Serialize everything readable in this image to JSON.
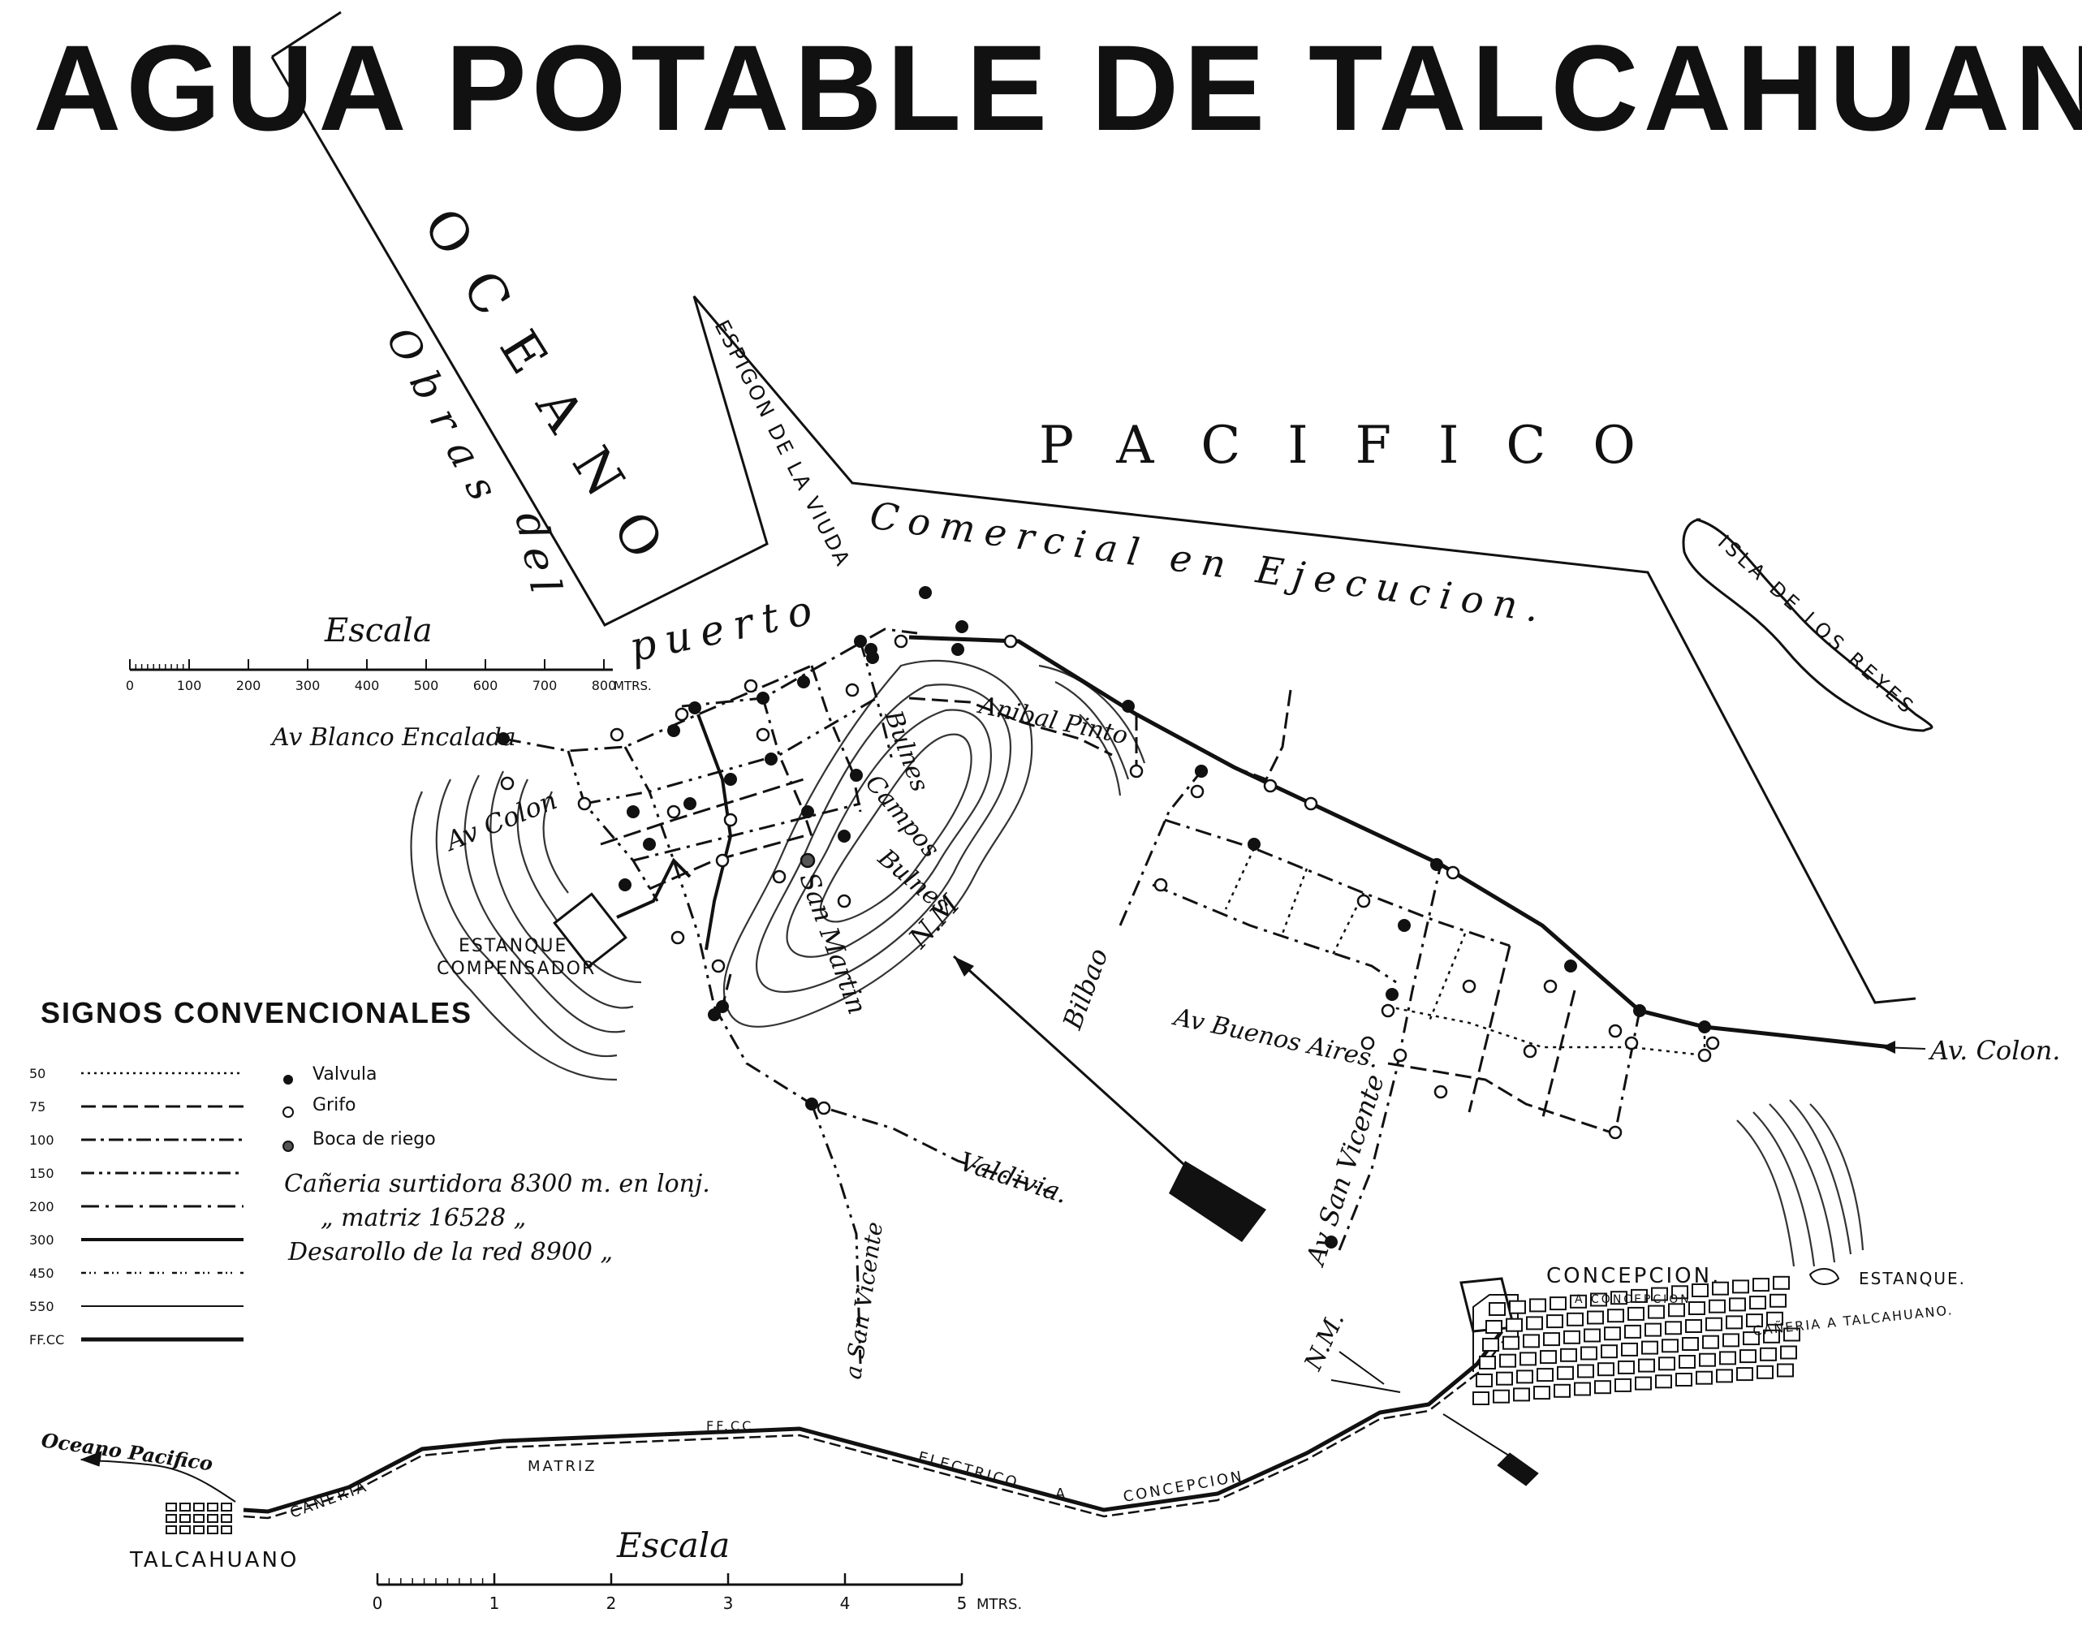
{
  "title": "AGUA POTABLE DE TALCAHUANO",
  "labels": {
    "oceano": "OCEANO",
    "pacifico": "PACIFICO",
    "obras_del_puerto": [
      "Obras",
      "del",
      "puerto"
    ],
    "comercial": "Comercial en Ejecucion.",
    "espigon": "ESPIGON DE LA VIUDA",
    "isla": "ISLA DE LOS REYES",
    "estanque_compensador": [
      "ESTANQUE",
      "COMPENSADOR"
    ],
    "nm_upper": "N.M",
    "nm_lower": "N.M.",
    "concepcion": "CONCEPCION.",
    "estanque": "ESTANQUE.",
    "a_concepcion": "A CONCEPCION",
    "caneria_a_talcahuano": "CAÑERIA A TALCAHUANO.",
    "oceano_pacifico": "Oceano Pacifico",
    "talcahuano": "TALCAHUANO",
    "caneria": "CAÑERIA",
    "matriz": "MATRIZ",
    "ffcc": "FF.CC",
    "electrico": "ELECTRICO",
    "a": "A",
    "concepcion_rail": "CONCEPCION"
  },
  "streets": {
    "av_blanco_encalada": "Av Blanco Encalada",
    "av_colon_west": "Av Colon",
    "av_colon_east": "Av. Colon.",
    "anibal_pinto": "Anibal Pinto",
    "bulnes_upper": "Bulnes",
    "campos": "Campos",
    "bulnes": "Bulnes",
    "san_martin": "San Martin",
    "bilbao": "Bilbao",
    "av_buenos_aires": "Av Buenos Aires.",
    "av_san_vicente": "Av San Vicente",
    "a_san_vicente": "a San Vicente",
    "valdivia": "Valdivia."
  },
  "scale_upper": {
    "title": "Escala",
    "ticks": [
      "0",
      "100",
      "200",
      "300",
      "400",
      "500",
      "600",
      "700",
      "800"
    ],
    "unit": "MTRS."
  },
  "scale_lower": {
    "title": "Escala",
    "ticks": [
      "0",
      "1",
      "2",
      "3",
      "4",
      "5"
    ],
    "unit": "MTRS."
  },
  "legend": {
    "title": "SIGNOS CONVENCIONALES",
    "sizes": [
      "50",
      "75",
      "100",
      "150",
      "200",
      "300",
      "450",
      "550",
      "FF.CC"
    ],
    "symbols": [
      "Valvula",
      "Grifo",
      "Boca de riego"
    ],
    "notes": [
      "Cañeria surtidora 8300 m. en lonj.",
      "„    matriz 16528 „",
      "Desarollo de la red 8900 „"
    ]
  }
}
